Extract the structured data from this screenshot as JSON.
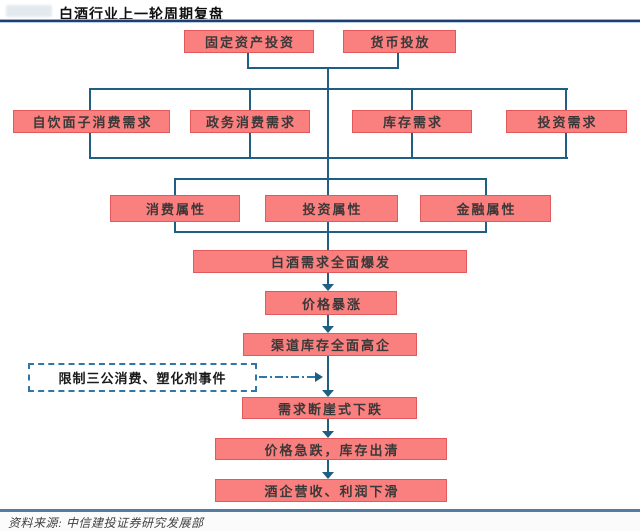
{
  "header": {
    "title": "白酒行业上一轮周期复盘"
  },
  "footer": {
    "source": "资料来源: 中信建投证券研究发展部"
  },
  "colors": {
    "node_fill": "#F9807E",
    "node_border": "#E2595B",
    "connector": "#1F5F82",
    "dashed_border": "#2E77A6",
    "title_rule": "#1F3E6E",
    "footer_rule": "#547CA0"
  },
  "nodes": {
    "fixed_asset_investment": "固定资产投资",
    "money_supply": "货币投放",
    "self_drinking_face_consumption_demand": "自饮面子消费需求",
    "government_consumption_demand": "政务消费需求",
    "inventory_demand": "库存需求",
    "investment_demand": "投资需求",
    "consumption_attribute": "消费属性",
    "investment_attribute": "投资属性",
    "financial_attribute": "金融属性",
    "baijiu_demand_explosion": "白酒需求全面爆发",
    "price_surge": "价格暴涨",
    "channel_inventory_high": "渠道库存全面高企",
    "policy_and_plasticizer_event": "限制三公消费、塑化剂事件",
    "demand_cliff_fall": "需求断崖式下跌",
    "price_drop_inventory_clearing": "价格急跌，库存出清",
    "revenue_profit_decline": "酒企营收、利润下滑"
  }
}
